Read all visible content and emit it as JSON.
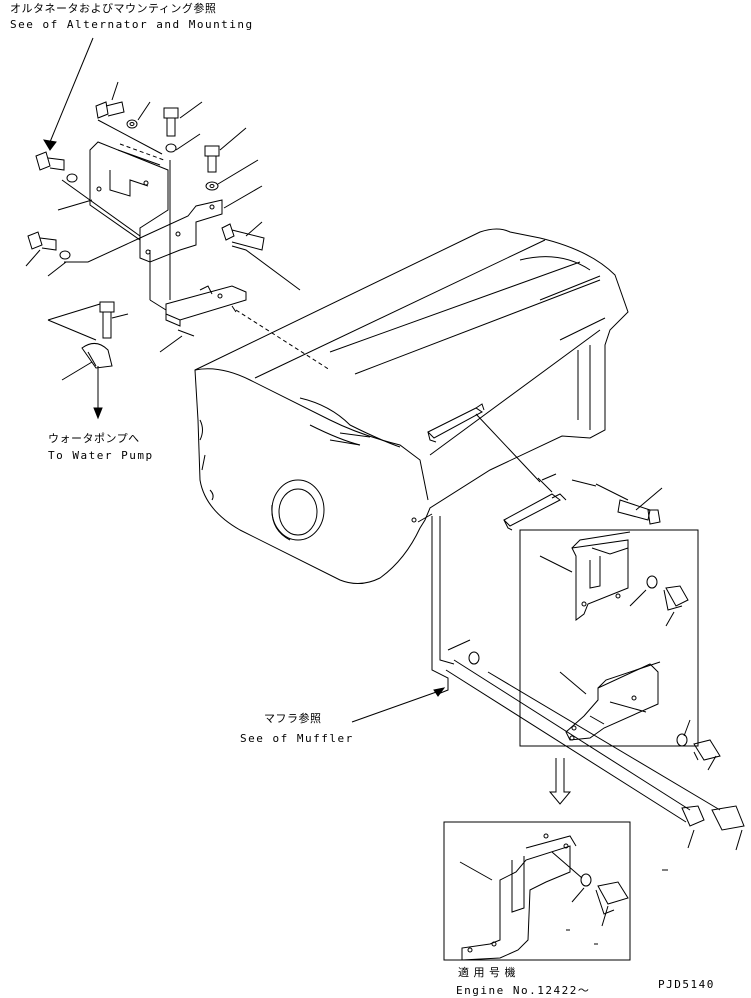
{
  "labels": {
    "alternator_jp": "オルタネータおよびマウンティング参照",
    "alternator_en": "See of Alternator and Mounting",
    "water_pump_jp": "ウォータポンプへ",
    "water_pump_en": "To Water Pump",
    "muffler_jp": "マフラ参照",
    "muffler_en": "See of Muffler",
    "applicable_jp": "適 用 号 機",
    "engine_no": "Engine No.12422～",
    "drawing_code": "PJD5140"
  }
}
